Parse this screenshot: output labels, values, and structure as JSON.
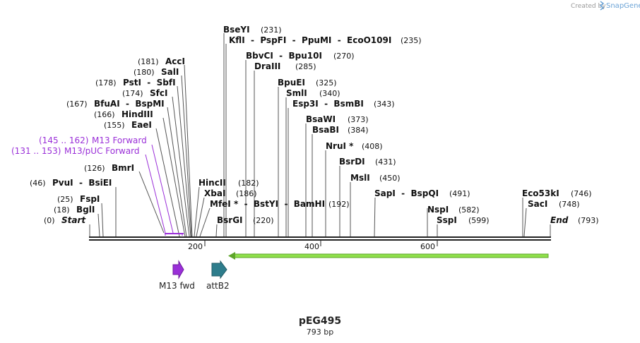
{
  "credit": {
    "created_by": "Created by",
    "brand": "SnapGene"
  },
  "plasmid": {
    "name": "pEG495",
    "length": "793 bp"
  },
  "ruler": {
    "ticks": [
      "200",
      "400",
      "600"
    ]
  },
  "sites": [
    {
      "enzymes": "BseYI",
      "pos": "(231)"
    },
    {
      "enzymes": "KflI  -  PspFI  -  PpuMI  -  EcoO109I",
      "pos": "(235)"
    },
    {
      "enzymes": "BbvCI  -  Bpu10I",
      "pos": "(270)"
    },
    {
      "enzymes": "DraIII",
      "pos": "(285)"
    },
    {
      "enzymes": "AccI",
      "pos": "(181)"
    },
    {
      "enzymes": "SalI",
      "pos": "(180)"
    },
    {
      "enzymes": "PstI  -  SbfI",
      "pos": "(178)"
    },
    {
      "enzymes": "SfcI",
      "pos": "(174)"
    },
    {
      "enzymes": "BfuAI  -  BspMI",
      "pos": "(167)"
    },
    {
      "enzymes": "HindIII",
      "pos": "(166)"
    },
    {
      "enzymes": "EaeI",
      "pos": "(155)"
    },
    {
      "enzymes": "BmrI",
      "pos": "(126)"
    },
    {
      "enzymes": "PvuI  -  BsiEI",
      "pos": "(46)"
    },
    {
      "enzymes": "FspI",
      "pos": "(25)"
    },
    {
      "enzymes": "BglI",
      "pos": "(18)"
    },
    {
      "enzymes": "Start",
      "pos": "(0)"
    },
    {
      "enzymes": "BpuEI",
      "pos": "(325)"
    },
    {
      "enzymes": "SmlI",
      "pos": "(340)"
    },
    {
      "enzymes": "Esp3I  -  BsmBI",
      "pos": "(343)"
    },
    {
      "enzymes": "BsaWI",
      "pos": "(373)"
    },
    {
      "enzymes": "BsaBI",
      "pos": "(384)"
    },
    {
      "enzymes": "NruI *",
      "pos": "(408)"
    },
    {
      "enzymes": "BsrDI",
      "pos": "(431)"
    },
    {
      "enzymes": "MslI",
      "pos": "(450)"
    },
    {
      "enzymes": "HincII",
      "pos": "(182)"
    },
    {
      "enzymes": "XbaI",
      "pos": "(186)"
    },
    {
      "enzymes": "MfeI *  -  BstYI  -  BamHI",
      "pos": "(192)"
    },
    {
      "enzymes": "BsrGI",
      "pos": "(220)"
    },
    {
      "enzymes": "SapI  -  BspQI",
      "pos": "(491)"
    },
    {
      "enzymes": "NspI",
      "pos": "(582)"
    },
    {
      "enzymes": "SspI",
      "pos": "(599)"
    },
    {
      "enzymes": "Eco53kI",
      "pos": "(746)"
    },
    {
      "enzymes": "SacI",
      "pos": "(748)"
    },
    {
      "enzymes": "End",
      "pos": "(793)"
    }
  ],
  "primers": [
    {
      "name": "M13 Forward",
      "range": "(145 .. 162)",
      "color": "#9a2fd8"
    },
    {
      "name": "M13/pUC Forward",
      "range": "(131 .. 153)",
      "color": "#9a2fd8"
    }
  ],
  "features": [
    {
      "name": "M13 fwd",
      "color": "#9a2fd8"
    },
    {
      "name": "attB2",
      "color": "#2e7d8c"
    },
    {
      "name": "",
      "color": "#7ed321"
    }
  ]
}
